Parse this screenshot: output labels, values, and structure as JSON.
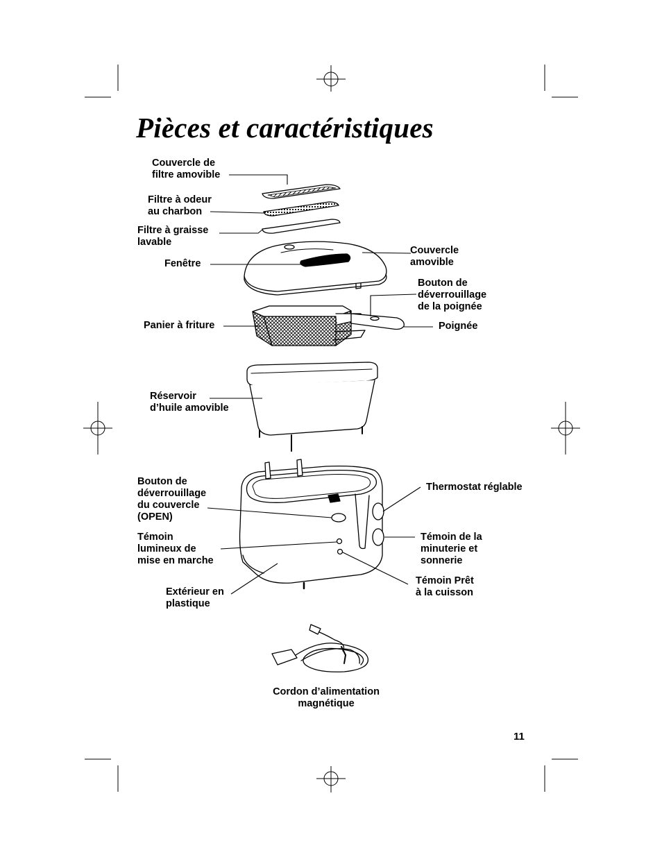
{
  "page": {
    "title": "Pièces et caractéristiques",
    "page_number": "11"
  },
  "labels": {
    "couvercle_filtre": "Couvercle de\nfiltre amovible",
    "filtre_odeur": "Filtre à odeur\nau charbon",
    "filtre_graisse": "Filtre à graisse\nlavable",
    "fenetre": "Fenêtre",
    "couvercle_amovible": "Couvercle\namovible",
    "bouton_poignee": "Bouton de\ndéverrouillage\nde la poignée",
    "panier": "Panier à friture",
    "poignee": "Poignée",
    "reservoir": "Réservoir\nd’huile amovible",
    "bouton_couvercle": "Bouton de\ndéverrouillage\ndu couvercle\n(OPEN)",
    "thermostat": "Thermostat réglable",
    "temoin_marche": "Témoin\nlumineux de\nmise en marche",
    "temoin_minuterie": "Témoin de la\nminuterie et\nsonnerie",
    "temoin_pret": "Témoin Prêt\nà la cuisson",
    "exterieur": "Extérieur en\nplastique",
    "cordon": "Cordon d’alimentation\nmagnétique"
  }
}
